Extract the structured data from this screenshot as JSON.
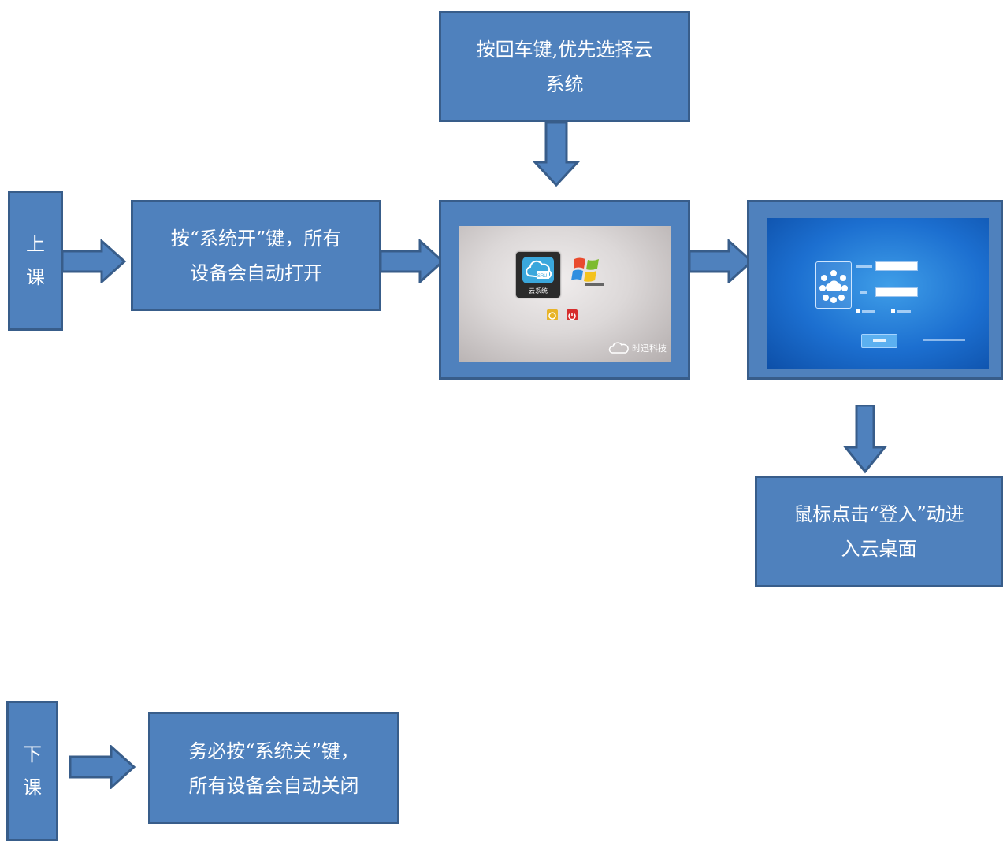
{
  "colors": {
    "box_fill": "#4f81bd",
    "box_border": "#385d8a",
    "text": "#ffffff"
  },
  "top_step": {
    "line1": "按回车键,优先选择云",
    "line2": "系统"
  },
  "start_label": {
    "line1": "上",
    "line2": "课"
  },
  "power_on_step": {
    "line1": "按“系统开”键，所有",
    "line2": "设备会自动打开"
  },
  "boot_screen": {
    "cloud_icon_label": "云系统",
    "brand_text": "时迅科技",
    "icon_badge": "SRUI"
  },
  "login_screen": {
    "icon": "cloud-login-icon"
  },
  "login_step": {
    "line1": "鼠标点击“登入”动进",
    "line2": "入云桌面"
  },
  "end_label": {
    "line1": "下",
    "line2": "课"
  },
  "power_off_step": {
    "line1": "务必按“系统关”键，",
    "line2": "所有设备会自动关闭"
  }
}
